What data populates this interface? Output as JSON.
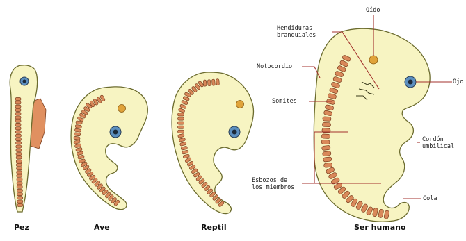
{
  "colors": {
    "embryo_fill": "#f7f4c2",
    "embryo_outline": "#6b6b2e",
    "shadow": "#d9d7a4",
    "somite": "#d9895a",
    "somite_outline": "#7a3d1e",
    "fin": "#e09060",
    "eye": "#5c8fbf",
    "ear": "#e0a33a",
    "label_line": "#a3312c",
    "background": "#ffffff"
  },
  "embryos": [
    {
      "id": "pez",
      "caption": "Pez"
    },
    {
      "id": "ave",
      "caption": "Ave"
    },
    {
      "id": "reptil",
      "caption": "Reptil"
    },
    {
      "id": "ser-humano",
      "caption": "Ser humano"
    }
  ],
  "labels": {
    "oido": "Oído",
    "hendiduras_line1": "Hendiduras",
    "hendiduras_line2": "branquiales",
    "notocordio": "Notocordio",
    "somites": "Somites",
    "ojo": "Ojo",
    "cordon_line1": "Cordón",
    "cordon_line2": "umbilical",
    "esbozos_line1": "Esbozos de",
    "esbozos_line2": "los miembros",
    "cola": "Cola"
  }
}
